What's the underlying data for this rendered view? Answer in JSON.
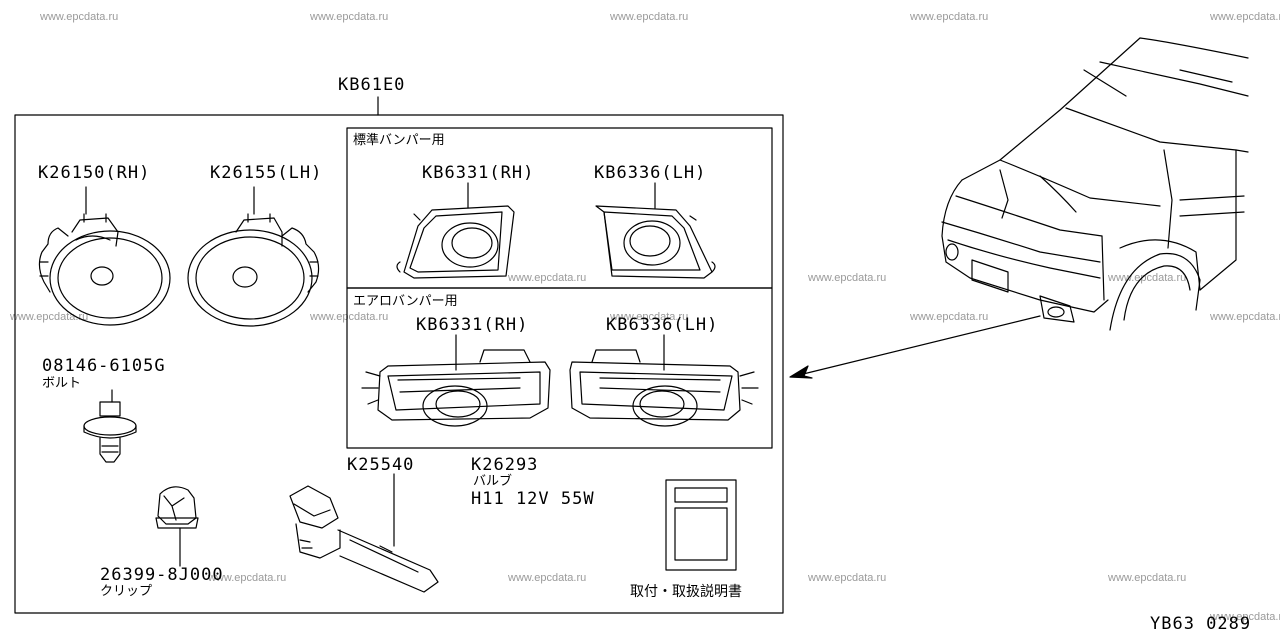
{
  "watermark": "www.epcdata.ru",
  "assembly": {
    "code": "KB61E0"
  },
  "standard_bumper": {
    "title": "標準バンパー用",
    "rh_code": "KB6331(RH)",
    "lh_code": "KB6336(LH)"
  },
  "aero_bumper": {
    "title": "エアロバンパー用",
    "rh_code": "KB6331(RH)",
    "lh_code": "KB6336(LH)"
  },
  "fog_lamps": {
    "rh_code": "K26150(RH)",
    "lh_code": "K26155(LH)"
  },
  "bolt": {
    "code": "08146-6105G",
    "name": "ボルト"
  },
  "clip": {
    "code": "26399-8J000",
    "name": "クリップ"
  },
  "harness": {
    "code": "K25540"
  },
  "bulb": {
    "code": "K26293",
    "name": "バルブ",
    "spec": "H11 12V 55W"
  },
  "manual": {
    "name": "取付・取扱説明書"
  },
  "diagram_code": "YB63 0289"
}
